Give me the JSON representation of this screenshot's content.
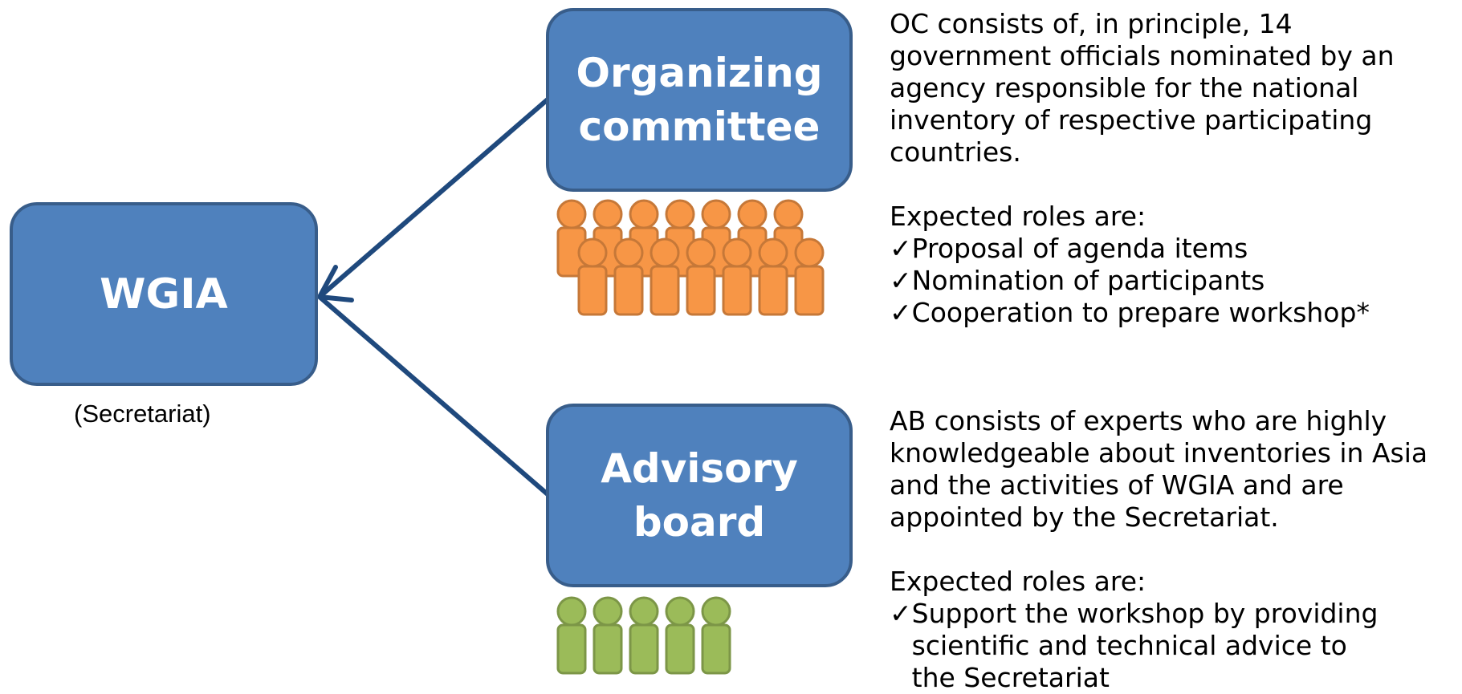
{
  "wgia": {
    "label": "WGIA",
    "caption": "(Secretariat)"
  },
  "organizing_committee": {
    "label": "Organizing\ncommittee",
    "description": "OC consists of, in principle,  14 government officials nominated by an agency responsible for the national inventory of respective participating countries.",
    "roles_heading": "Expected roles are:",
    "roles": [
      "Proposal of agenda items",
      "Nomination of participants",
      "Cooperation to prepare workshop*"
    ],
    "member_count": 14,
    "member_color": "#f79646"
  },
  "advisory_board": {
    "label": "Advisory\nboard",
    "description": "AB consists of experts who are highly knowledgeable about inventories in Asia and the activities of WGIA and are appointed by the Secretariat.",
    "roles_heading": "Expected roles are:",
    "roles": [
      "Support the workshop by providing\n scientific and technical advice to\n the Secretariat"
    ],
    "member_count": 5,
    "member_color": "#9bbb59"
  },
  "colors": {
    "box_fill": "#4f81bd",
    "box_border": "#385d8a",
    "arrow": "#1f497d"
  },
  "check_symbol": "✓"
}
